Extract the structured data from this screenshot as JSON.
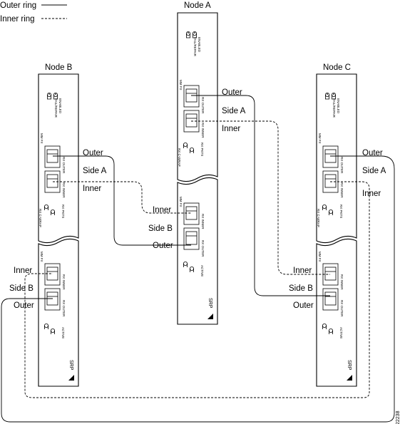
{
  "legend": {
    "outer": "Outer ring",
    "inner": "Inner ring"
  },
  "nodes": {
    "a": "Node A",
    "b": "Node B",
    "c": "Node C"
  },
  "cable_labels": {
    "outer": "Outer",
    "inner": "Inner",
    "side_a": "Side A",
    "side_b": "Side B"
  },
  "card": {
    "led_label_1": "ENABLED",
    "led_label_2": "FAIL/REPAIR",
    "port_a": "A",
    "port_b": "B",
    "mm_fx": "MM FX",
    "rx_outer": "RX OUTER",
    "rx_inner": "RX INNER",
    "rx_pkts": "RX PKTS",
    "rx_cwrap": "RX C-WRAP",
    "active": "ACTIVE",
    "srp": "SRP"
  },
  "figure_id": "22238"
}
